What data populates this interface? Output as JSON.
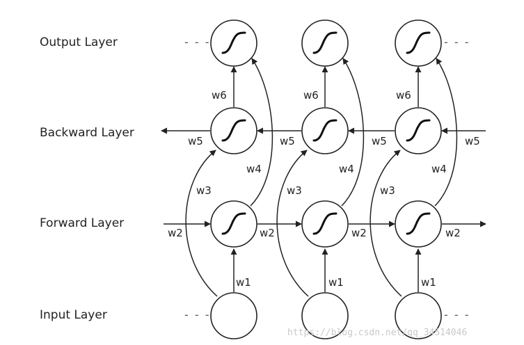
{
  "layers": {
    "output": "Output Layer",
    "backward": "Backward Layer",
    "forward": "Forward Layer",
    "input": "Input Layer"
  },
  "weights": {
    "w1": "w1",
    "w2": "w2",
    "w3": "w3",
    "w4": "w4",
    "w5": "w5",
    "w6": "w6"
  },
  "continuation": "- - -",
  "watermark": "https://blog.csdn.net/qq_34514046"
}
